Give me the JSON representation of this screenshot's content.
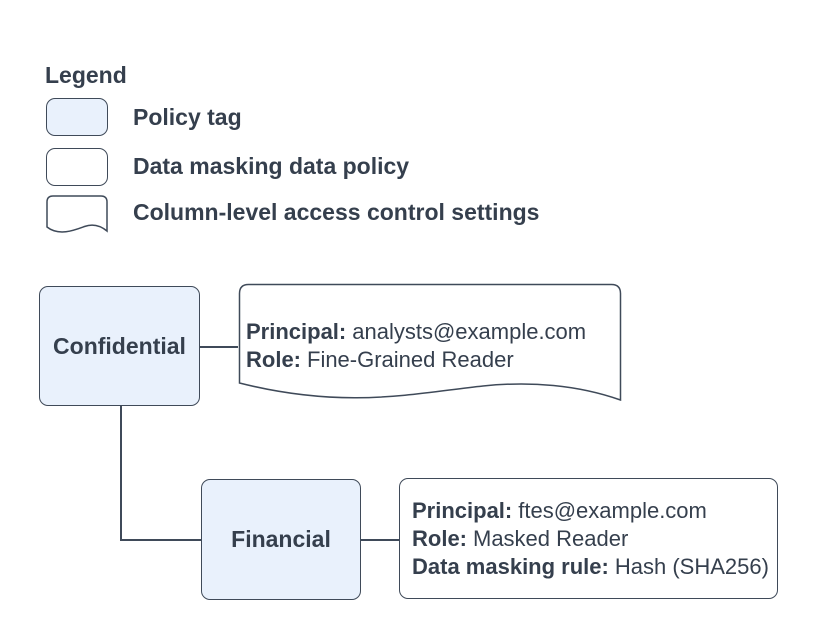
{
  "colors": {
    "background": "#ffffff",
    "policy_tag_fill": "#e9f1fc",
    "shape_border": "#3f4a59",
    "text": "#353f4d",
    "connector": "#3f4a59"
  },
  "legend": {
    "title": "Legend",
    "items": [
      {
        "swatch": "policy-tag-swatch",
        "label": "Policy tag"
      },
      {
        "swatch": "data-masking-policy-swatch",
        "label": "Data masking data policy"
      },
      {
        "swatch": "column-access-swatch",
        "label": "Column-level access control settings"
      }
    ]
  },
  "diagram": {
    "confidential": {
      "label": "Confidential"
    },
    "financial": {
      "label": "Financial"
    },
    "column_access_settings": {
      "principal_label": "Principal:",
      "principal_value": "analysts@example.com",
      "role_label": "Role:",
      "role_value": "Fine-Grained Reader"
    },
    "masking_policy": {
      "principal_label": "Principal:",
      "principal_value": "ftes@example.com",
      "role_label": "Role:",
      "role_value": "Masked Reader",
      "rule_label": "Data masking rule:",
      "rule_value": "Hash (SHA256)"
    }
  }
}
